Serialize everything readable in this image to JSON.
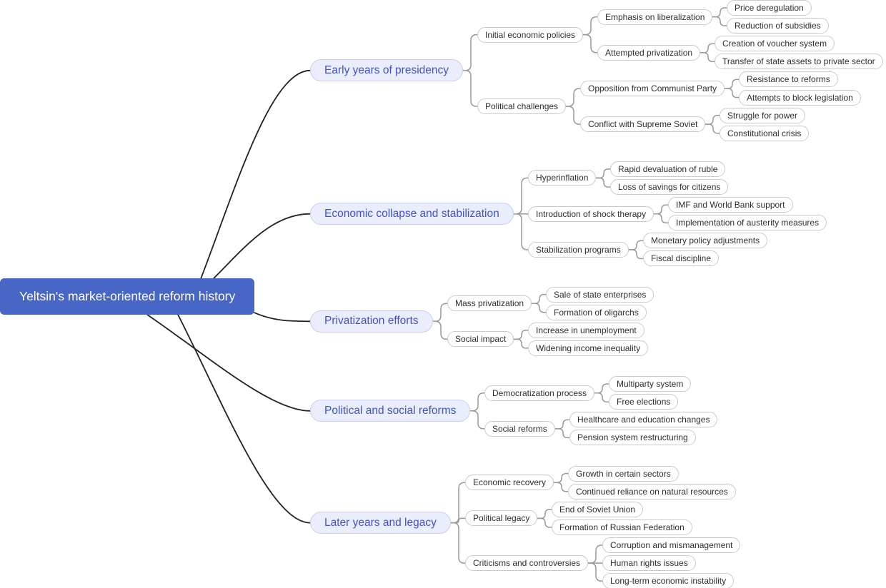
{
  "colors": {
    "page_bg": "#FFFFFF",
    "root_bg": "#4766C5",
    "root_text": "#FFFFFF",
    "branch_bg": "#EAEDFB",
    "branch_border": "#C9CEF0",
    "branch_text": "#4153C4",
    "node_bg": "#FFFFFF",
    "node_border": "#CACACA",
    "node_text": "#2E2E2E",
    "main_link": "#222222",
    "sub_link": "#999999"
  },
  "tree": {
    "label": "Yeltsin's market-oriented reform history",
    "children": [
      {
        "label": "Early years of presidency",
        "children": [
          {
            "label": "Initial economic policies",
            "children": [
              {
                "label": "Emphasis on liberalization",
                "children": [
                  {
                    "label": "Price deregulation"
                  },
                  {
                    "label": "Reduction of subsidies"
                  }
                ]
              },
              {
                "label": "Attempted privatization",
                "children": [
                  {
                    "label": "Creation of voucher system"
                  },
                  {
                    "label": "Transfer of state assets to private sector"
                  }
                ]
              }
            ]
          },
          {
            "label": "Political challenges",
            "children": [
              {
                "label": "Opposition from Communist Party",
                "children": [
                  {
                    "label": "Resistance to reforms"
                  },
                  {
                    "label": "Attempts to block legislation"
                  }
                ]
              },
              {
                "label": "Conflict with Supreme Soviet",
                "children": [
                  {
                    "label": "Struggle for power"
                  },
                  {
                    "label": "Constitutional crisis"
                  }
                ]
              }
            ]
          }
        ]
      },
      {
        "label": "Economic collapse and stabilization",
        "children": [
          {
            "label": "Hyperinflation",
            "children": [
              {
                "label": "Rapid devaluation of ruble"
              },
              {
                "label": "Loss of savings for citizens"
              }
            ]
          },
          {
            "label": "Introduction of shock therapy",
            "children": [
              {
                "label": "IMF and World Bank support"
              },
              {
                "label": "Implementation of austerity measures"
              }
            ]
          },
          {
            "label": "Stabilization programs",
            "children": [
              {
                "label": "Monetary policy adjustments"
              },
              {
                "label": "Fiscal discipline"
              }
            ]
          }
        ]
      },
      {
        "label": "Privatization efforts",
        "children": [
          {
            "label": "Mass privatization",
            "children": [
              {
                "label": "Sale of state enterprises"
              },
              {
                "label": "Formation of oligarchs"
              }
            ]
          },
          {
            "label": "Social impact",
            "children": [
              {
                "label": "Increase in unemployment"
              },
              {
                "label": "Widening income inequality"
              }
            ]
          }
        ]
      },
      {
        "label": "Political and social reforms",
        "children": [
          {
            "label": "Democratization process",
            "children": [
              {
                "label": "Multiparty system"
              },
              {
                "label": "Free elections"
              }
            ]
          },
          {
            "label": "Social reforms",
            "children": [
              {
                "label": "Healthcare and education changes"
              },
              {
                "label": "Pension system restructuring"
              }
            ]
          }
        ]
      },
      {
        "label": "Later years and legacy",
        "children": [
          {
            "label": "Economic recovery",
            "children": [
              {
                "label": "Growth in certain sectors"
              },
              {
                "label": "Continued reliance on natural resources"
              }
            ]
          },
          {
            "label": "Political legacy",
            "children": [
              {
                "label": "End of Soviet Union"
              },
              {
                "label": "Formation of Russian Federation"
              }
            ]
          },
          {
            "label": "Criticisms and controversies",
            "children": [
              {
                "label": "Corruption and mismanagement"
              },
              {
                "label": "Human rights issues"
              },
              {
                "label": "Long-term economic instability"
              }
            ]
          }
        ]
      }
    ]
  }
}
